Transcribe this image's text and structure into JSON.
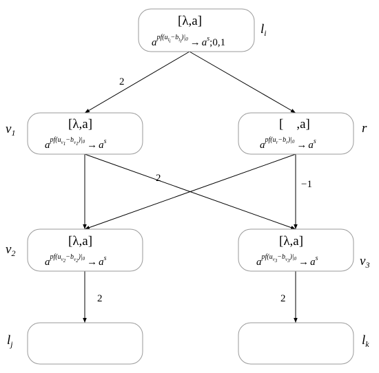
{
  "nodes": {
    "li": {
      "label": "l",
      "label_sub": "i",
      "bracket": "[λ,a]",
      "expr_base": "a",
      "expr_sup_pre": "pf(u",
      "expr_sup_sub1": "l",
      "expr_sup_sub1b": "i",
      "expr_sup_mid": "−b",
      "expr_sup_sub2": "l",
      "expr_sup_sub2b": "i",
      "expr_sup_post": ")|",
      "expr_sup_zero": "0",
      "arrow": "→",
      "target_base": "a",
      "target_sup": "s",
      "tail": ";0,1"
    },
    "v1": {
      "label": "v",
      "label_sub": "1",
      "bracket": "[λ,a]",
      "expr_base": "a",
      "expr_sup_pre": "pf(u",
      "expr_sup_sub1": "v",
      "expr_sup_sub1b": "1",
      "expr_sup_mid": "−b",
      "expr_sup_sub2": "v",
      "expr_sup_sub2b": "1",
      "expr_sup_post": ")|",
      "expr_sup_zero": "0",
      "arrow": "→",
      "target_base": "a",
      "target_sup": "s"
    },
    "r": {
      "label": "r",
      "bracket": "[    ,a]",
      "expr_base": "a",
      "expr_sup_pre": "pf(u",
      "expr_sup_sub1": "r",
      "expr_sup_mid": "−b",
      "expr_sup_sub2": "r",
      "expr_sup_post": ")|",
      "expr_sup_zero": "0",
      "arrow": "→",
      "target_base": "a",
      "target_sup": "s"
    },
    "v2": {
      "label": "v",
      "label_sub": "2",
      "bracket": "[λ,a]",
      "expr_base": "a",
      "expr_sup_pre": "pf(u",
      "expr_sup_sub1": "v",
      "expr_sup_sub1b": "2",
      "expr_sup_mid": "−b",
      "expr_sup_sub2": "v",
      "expr_sup_sub2b": "2",
      "expr_sup_post": ")|",
      "expr_sup_zero": "0",
      "arrow": "→",
      "target_base": "a",
      "target_sup": "s"
    },
    "v3": {
      "label": "v",
      "label_sub": "3",
      "bracket": "[λ,a]",
      "expr_base": "a",
      "expr_sup_pre": "pf(u",
      "expr_sup_sub1": "v",
      "expr_sup_sub1b": "3",
      "expr_sup_mid": "−b",
      "expr_sup_sub2": "v",
      "expr_sup_sub2b": "3",
      "expr_sup_post": ")|",
      "expr_sup_zero": "0",
      "arrow": "→",
      "target_base": "a",
      "target_sup": "s"
    },
    "lj": {
      "label": "l",
      "label_sub": "j"
    },
    "lk": {
      "label": "l",
      "label_sub": "k"
    }
  },
  "edges": {
    "li_v1": "2",
    "v1_v3": "2",
    "r_v3": "−1",
    "v2_lj": "2",
    "v3_lk": "2"
  }
}
